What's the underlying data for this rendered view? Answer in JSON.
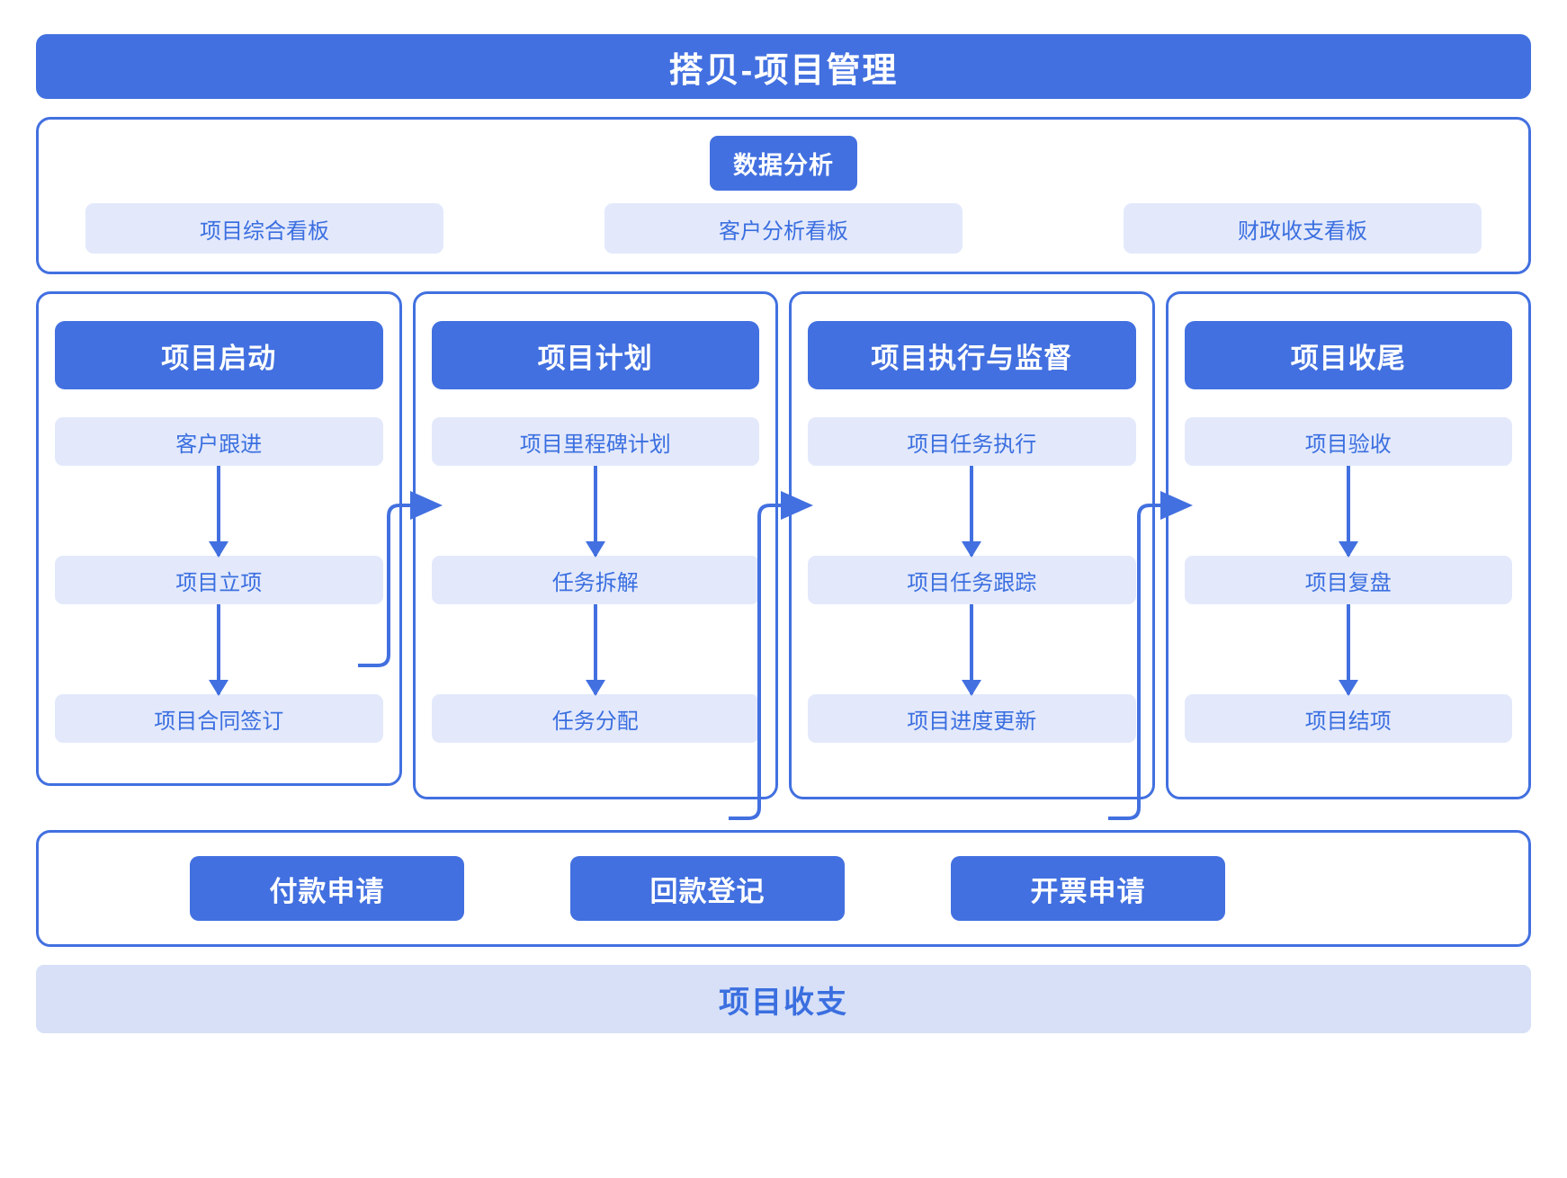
{
  "header": {
    "title": "搭贝-项目管理"
  },
  "analysis": {
    "title": "数据分析",
    "boards": [
      {
        "label": "项目综合看板"
      },
      {
        "label": "客户分析看板"
      },
      {
        "label": "财政收支看板"
      }
    ]
  },
  "stages": [
    {
      "title": "项目启动",
      "steps": [
        {
          "label": "客户跟进"
        },
        {
          "label": "项目立项"
        },
        {
          "label": "项目合同签订"
        }
      ]
    },
    {
      "title": "项目计划",
      "steps": [
        {
          "label": "项目里程碑计划"
        },
        {
          "label": "任务拆解"
        },
        {
          "label": "任务分配"
        }
      ]
    },
    {
      "title": "项目执行与监督",
      "steps": [
        {
          "label": "项目任务执行"
        },
        {
          "label": "项目任务跟踪"
        },
        {
          "label": "项目进度更新"
        }
      ]
    },
    {
      "title": "项目收尾",
      "steps": [
        {
          "label": "项目验收"
        },
        {
          "label": "项目复盘"
        },
        {
          "label": "项目结项"
        }
      ]
    }
  ],
  "finance": {
    "buttons": [
      {
        "label": "付款申请"
      },
      {
        "label": "回款登记"
      },
      {
        "label": "开票申请"
      }
    ]
  },
  "footer": {
    "label": "项目收支"
  },
  "colors": {
    "primary": "#4270e0",
    "chip_bg": "#e3e9fb",
    "chip_text": "#3b6fe0",
    "footer_bg": "#d7e0f7",
    "page_bg": "#ffffff"
  }
}
